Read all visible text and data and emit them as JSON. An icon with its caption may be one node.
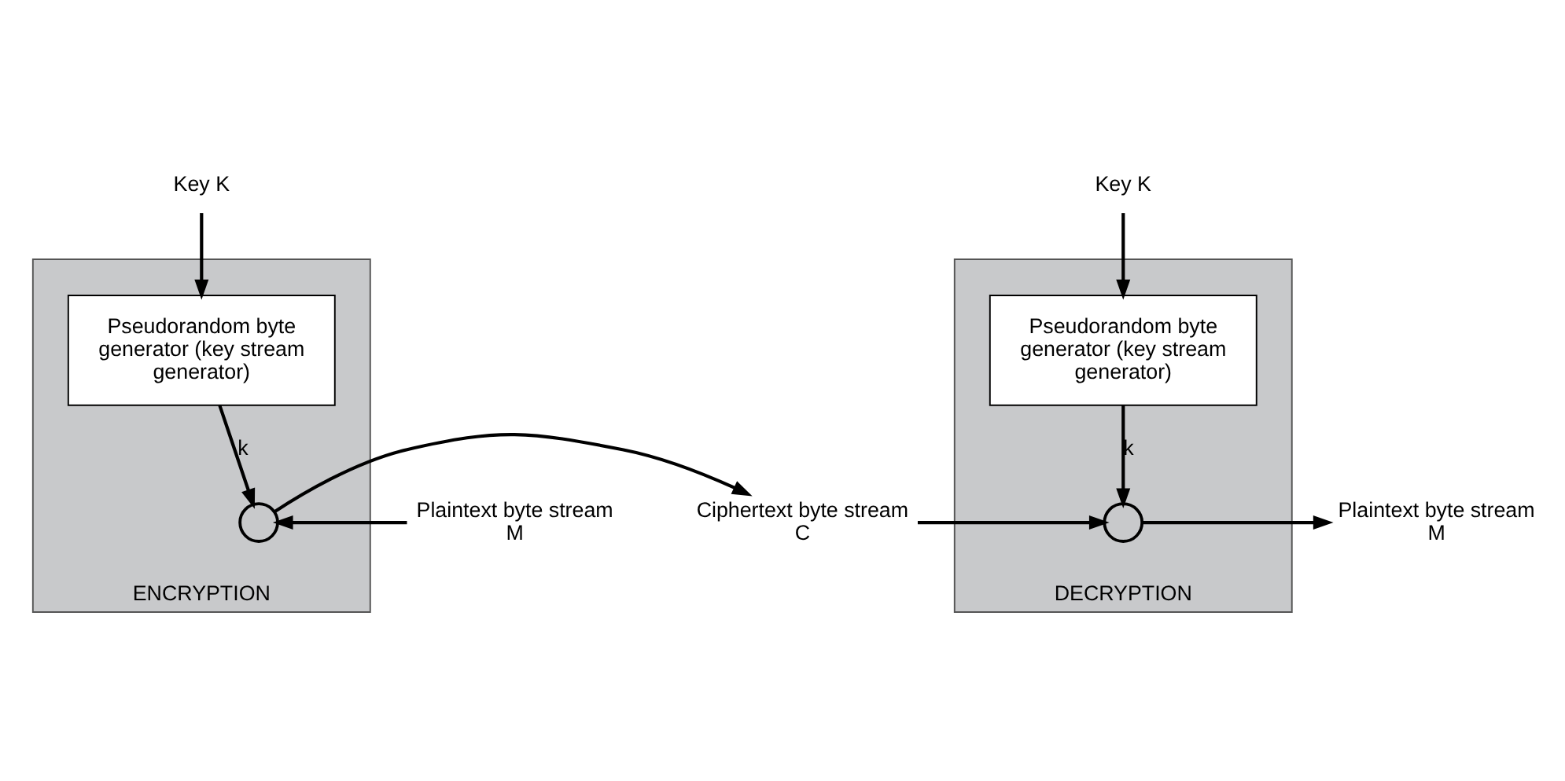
{
  "diagram": {
    "nodes": [
      {
        "text": [
          "Key K"
        ]
      },
      {
        "text": [
          "ENCRYPTION"
        ]
      },
      {
        "text": [
          "Pseudorandom byte generator (key stream generator)"
        ],
        "in": 1
      },
      {
        "text": [],
        "shape": "circle",
        "in": 1
      },
      {
        "text": [
          "Plaintext byte stream M"
        ]
      },
      {
        "text": [
          "Ciphertext byte stream C"
        ]
      },
      {
        "text": [
          "Key K"
        ]
      },
      {
        "text": [
          "DECRYPTION"
        ]
      },
      {
        "text": [
          "Pseudorandom byte generator (key stream generator)"
        ],
        "in": 7
      },
      {
        "text": [],
        "shape": "circle",
        "in": 7
      },
      {
        "text": [
          "Plaintext byte stream M"
        ]
      }
    ],
    "edges": [
      {
        "from": 0,
        "to": 2,
        "arrow": "to"
      },
      {
        "from": 2,
        "to": 3,
        "arrow": "to",
        "label": "k"
      },
      {
        "from": 4,
        "to": 3,
        "arrow": "to"
      },
      {
        "from": 3,
        "to": 5,
        "arrow": "to"
      },
      {
        "from": 5,
        "to": 9,
        "arrow": "to"
      },
      {
        "from": 6,
        "to": 8,
        "arrow": "to"
      },
      {
        "from": 8,
        "to": 9,
        "arrow": "to",
        "label": "k"
      },
      {
        "from": 9,
        "to": 10,
        "arrow": "to"
      }
    ]
  }
}
